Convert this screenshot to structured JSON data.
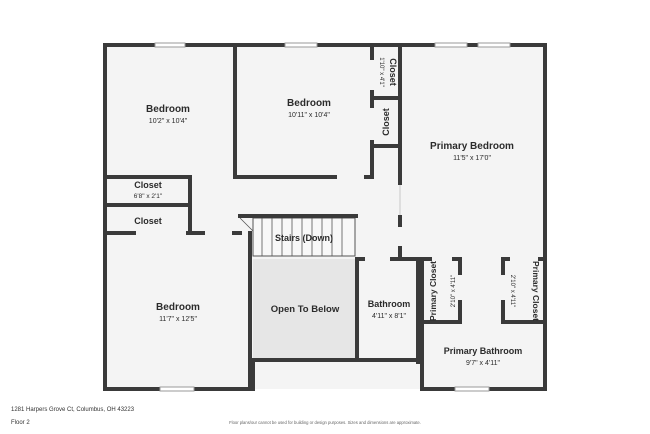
{
  "rooms": {
    "bedroom1": {
      "name": "Bedroom",
      "dims": "10'2\" x 10'4\""
    },
    "bedroom2": {
      "name": "Bedroom",
      "dims": "10'11\" x 10'4\""
    },
    "closet_small_top": {
      "name": "Closet",
      "dims": "1'10\" x 4'1\""
    },
    "closet_small_mid": {
      "name": "Closet"
    },
    "primary_bedroom": {
      "name": "Primary Bedroom",
      "dims": "11'5\" x 17'0\""
    },
    "closet_a": {
      "name": "Closet",
      "dims": "6'8\" x 2'1\""
    },
    "closet_b": {
      "name": "Closet"
    },
    "stairs": {
      "name": "Stairs (Down)"
    },
    "bedroom3": {
      "name": "Bedroom",
      "dims": "11'7\" x 12'5\""
    },
    "open_to_below": {
      "name": "Open To Below"
    },
    "bathroom": {
      "name": "Bathroom",
      "dims": "4'11\" x 8'1\""
    },
    "primary_closet_left": {
      "name": "Primary Closet",
      "dims": "2'10\" x 4'11\""
    },
    "primary_closet_right": {
      "name": "Primary Closet",
      "dims": "2'10\" x 4'11\""
    },
    "primary_bathroom": {
      "name": "Primary Bathroom",
      "dims": "9'7\" x 4'11\""
    }
  },
  "footer": {
    "address": "1281 Harpers Grove Ct, Columbus, OH 43223",
    "floor": "Floor 2",
    "disclaimer": "Floor plans/our cannot be used for building or design purposes. Sizes and dimensions are approximate."
  },
  "colors": {
    "wall": "#3a3a3a",
    "floor": "#f4f4f4",
    "open_area": "#e6e6e6",
    "window": "#c8c8c8"
  }
}
